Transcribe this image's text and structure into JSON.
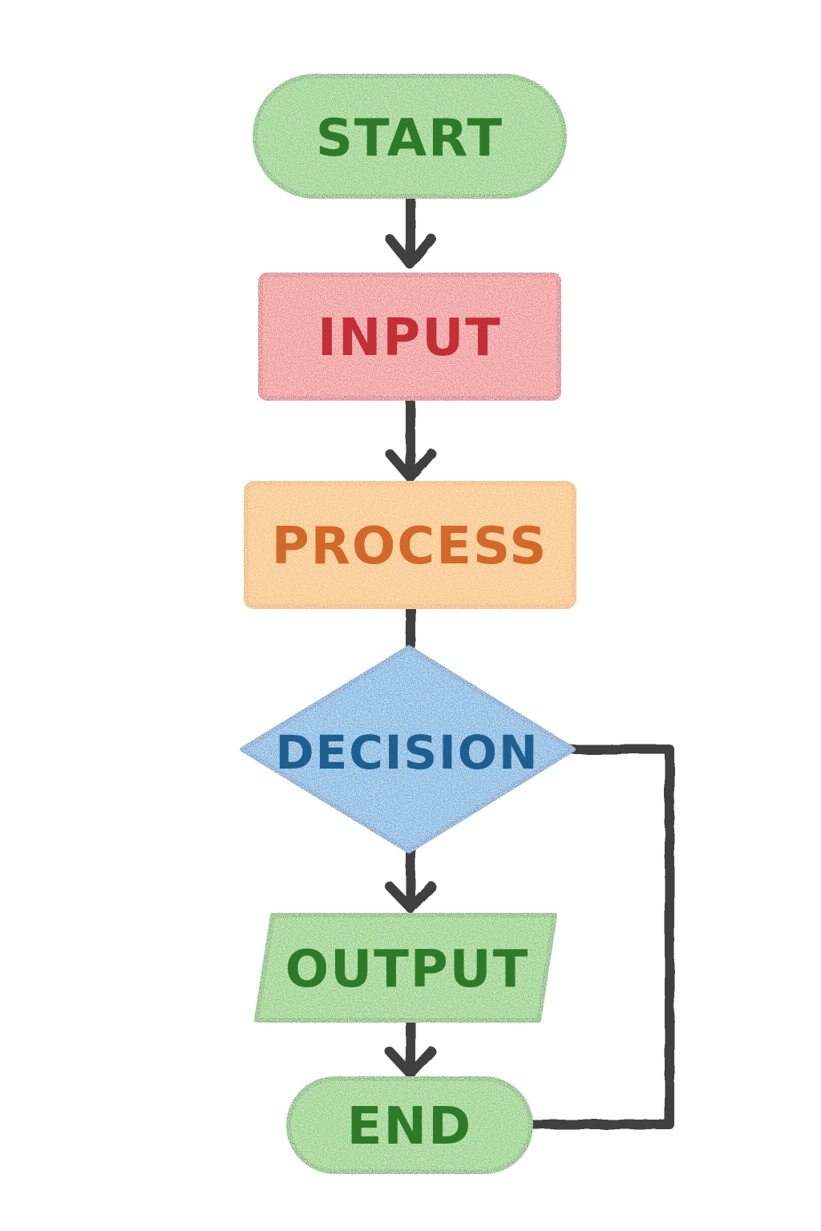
{
  "nodes": {
    "start": {
      "label": "START",
      "fill": "#6cc64a",
      "stroke": "#4ea835",
      "text": "#2f7a2a"
    },
    "input": {
      "label": "INPUT",
      "fill": "#ee6b6b",
      "stroke": "#d64a4f",
      "text": "#c22f36"
    },
    "process": {
      "label": "PROCESS",
      "fill": "#f7b23b",
      "stroke": "#eea42c",
      "text": "#d2682a"
    },
    "decision": {
      "label": "DECISION",
      "fill": "#3e9fd8",
      "stroke": "#2d86c4",
      "text": "#1f5f8f"
    },
    "output": {
      "label": "OUTPUT",
      "fill": "#6cc64a",
      "stroke": "#4ea835",
      "text": "#2f7a2a"
    },
    "end": {
      "label": "END",
      "fill": "#6cc64a",
      "stroke": "#4ea835",
      "text": "#2f7a2a"
    }
  },
  "connector_color": "#3f3f3f",
  "style": "crayon-sketch"
}
